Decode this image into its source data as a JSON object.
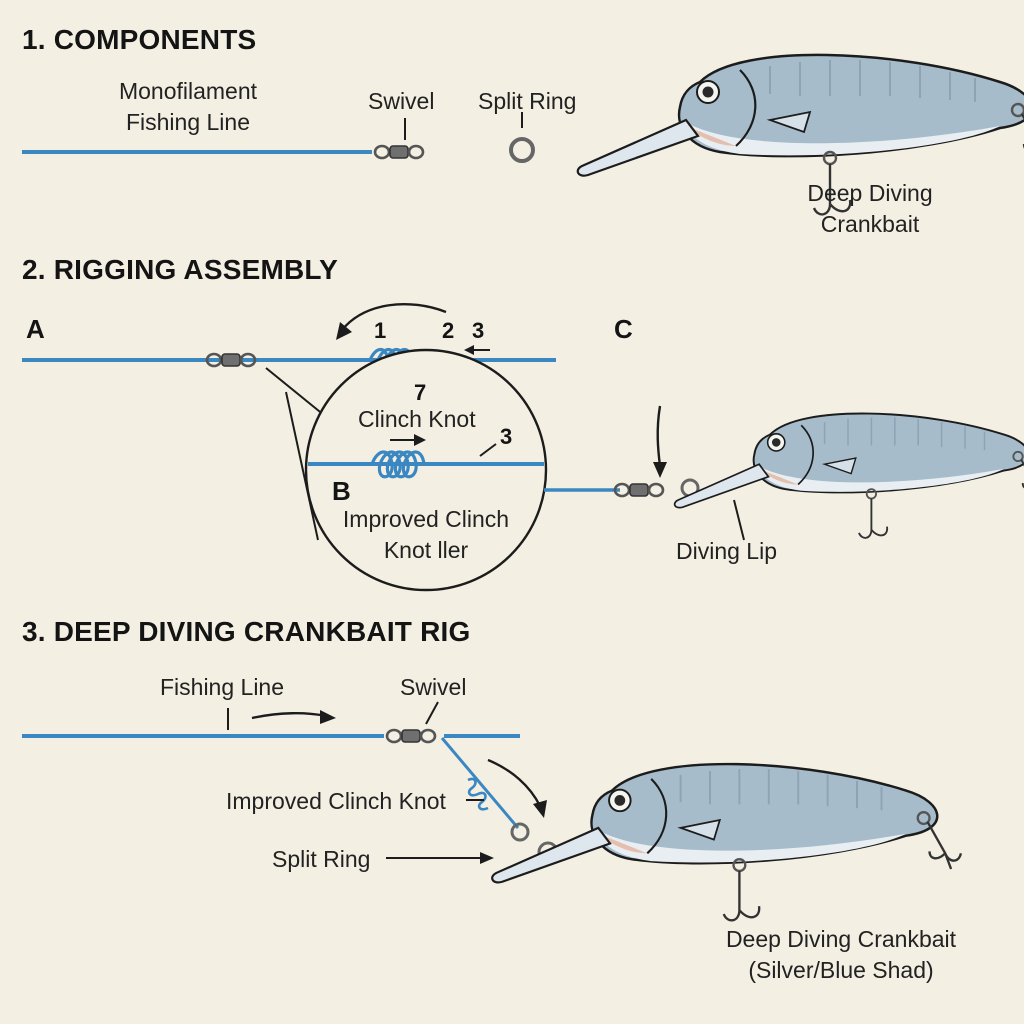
{
  "colors": {
    "background": "#f3f0e3",
    "line": "#3b87c2",
    "ink": "#1c1c1c",
    "lure_body": "#a7bccb",
    "lure_belly": "#e9eef2",
    "lure_gill": "#e2a07f",
    "lip": "#dfe7ee",
    "metal": "#8a8a8a"
  },
  "sections": {
    "components": {
      "heading": "1. COMPONENTS",
      "mono_label_1": "Monofilament",
      "mono_label_2": "Fishing Line",
      "swivel_label": "Swivel",
      "split_ring_label": "Split Ring",
      "crankbait_label_1": "Deep Diving",
      "crankbait_label_2": "Crankbait"
    },
    "rigging": {
      "heading": "2. RIGGING ASSEMBLY",
      "marker_a": "A",
      "marker_b": "B",
      "marker_c": "C",
      "step_1": "1",
      "step_2": "2",
      "step_3": "3",
      "step_7": "7",
      "step_3b": "3",
      "clinch_label": "Clinch Knot",
      "improved_label_1": "Improved Clinch",
      "improved_label_2": "Knot ller",
      "diving_lip_label": "Diving Lip"
    },
    "rig": {
      "heading": "3. DEEP DIVING CRANKBAIT RIG",
      "fishing_line_label": "Fishing Line",
      "swivel_label": "Swivel",
      "improved_knot_label": "Improved Clinch Knot",
      "split_ring_label": "Split Ring",
      "crankbait_label_1": "Deep Diving Crankbait",
      "crankbait_label_2": "(Silver/Blue Shad)"
    }
  }
}
